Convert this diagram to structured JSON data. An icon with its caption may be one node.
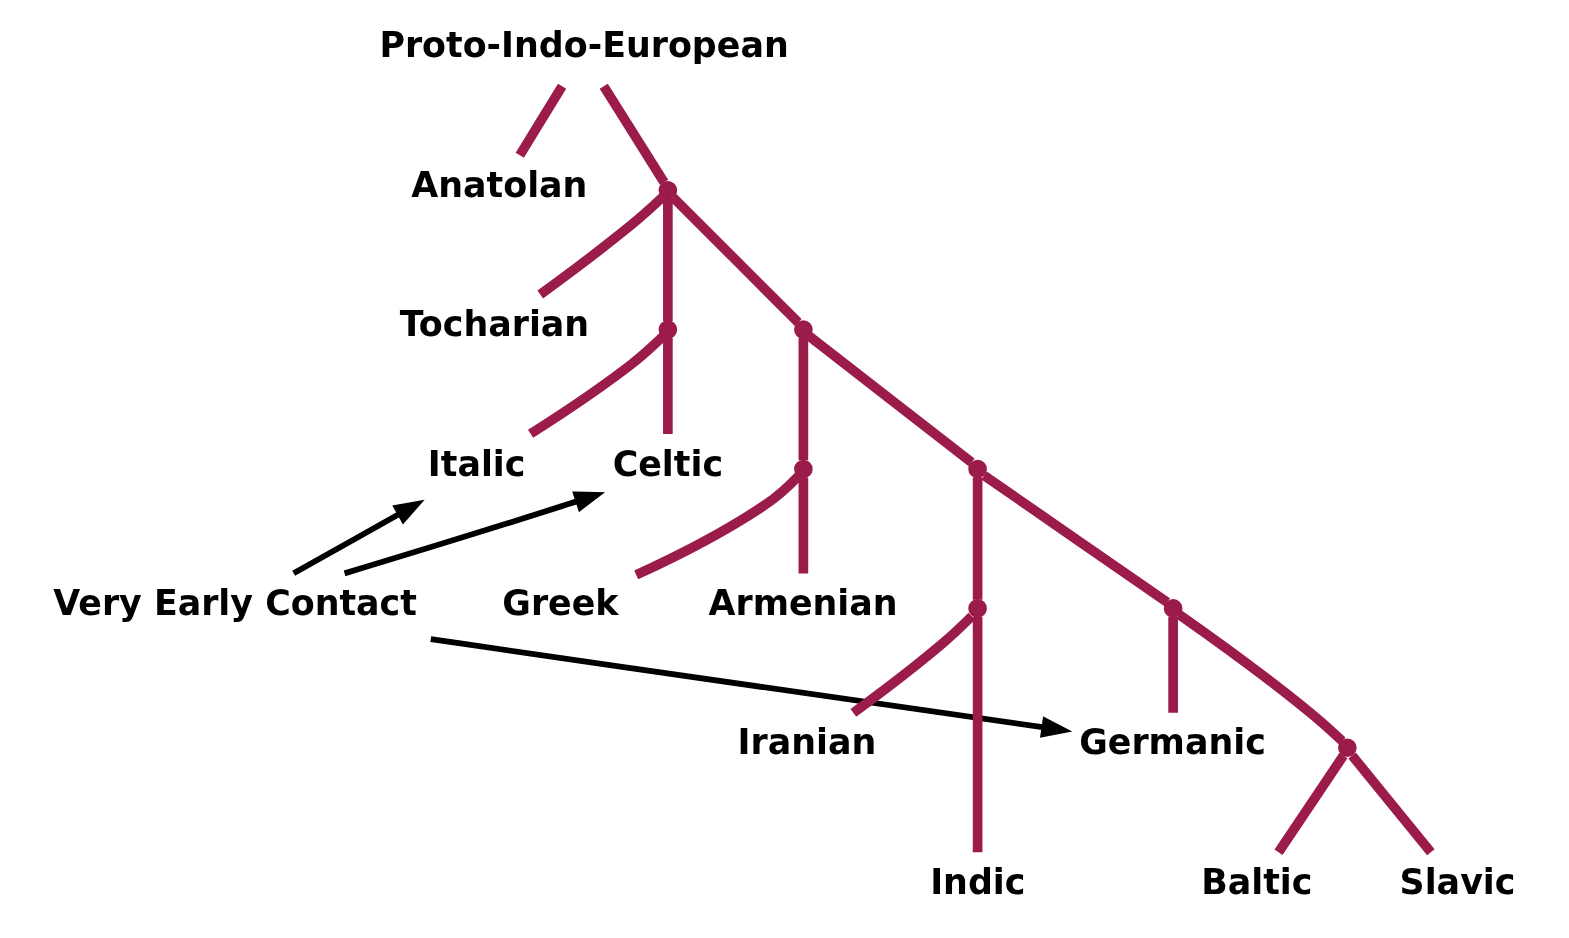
{
  "diagram": {
    "nodes": [
      {
        "text": [
          "Proto-Indo-European"
        ]
      },
      {
        "text": [
          "Anatolan"
        ]
      },
      {
        "text": [
          "Tocharian"
        ]
      },
      {
        "text": [
          "Italic"
        ]
      },
      {
        "text": [
          "Celtic"
        ]
      },
      {
        "text": [
          "Greek"
        ]
      },
      {
        "text": [
          "Armenian"
        ]
      },
      {
        "text": [
          "Very Early Contact"
        ]
      },
      {
        "text": [
          "Iranian"
        ]
      },
      {
        "text": [
          "Germanic"
        ]
      },
      {
        "text": [
          "Indic"
        ]
      },
      {
        "text": [
          "Baltic"
        ]
      },
      {
        "text": [
          "Slavic"
        ]
      },
      {
        "text": [],
        "shape": "point"
      },
      {
        "text": [],
        "shape": "point"
      },
      {
        "text": [],
        "shape": "point"
      },
      {
        "text": [],
        "shape": "point"
      },
      {
        "text": [],
        "shape": "point"
      },
      {
        "text": [],
        "shape": "point"
      },
      {
        "text": [],
        "shape": "point"
      },
      {
        "text": [],
        "shape": "point"
      }
    ],
    "edges": [
      {
        "from": 0,
        "to": 1,
        "arrow": "none"
      },
      {
        "from": 0,
        "to": 13,
        "arrow": "none"
      },
      {
        "from": 13,
        "to": 2,
        "arrow": "none"
      },
      {
        "from": 13,
        "to": 14,
        "arrow": "none"
      },
      {
        "from": 13,
        "to": 15,
        "arrow": "none"
      },
      {
        "from": 14,
        "to": 3,
        "arrow": "none"
      },
      {
        "from": 14,
        "to": 4,
        "arrow": "none"
      },
      {
        "from": 15,
        "to": 16,
        "arrow": "none"
      },
      {
        "from": 15,
        "to": 17,
        "arrow": "none"
      },
      {
        "from": 16,
        "to": 5,
        "arrow": "none"
      },
      {
        "from": 16,
        "to": 6,
        "arrow": "none"
      },
      {
        "from": 17,
        "to": 18,
        "arrow": "none"
      },
      {
        "from": 17,
        "to": 19,
        "arrow": "none"
      },
      {
        "from": 18,
        "to": 10,
        "arrow": "none"
      },
      {
        "from": 18,
        "to": 8,
        "arrow": "none"
      },
      {
        "from": 19,
        "to": 20,
        "arrow": "none"
      },
      {
        "from": 19,
        "to": 9,
        "arrow": "none"
      },
      {
        "from": 20,
        "to": 11,
        "arrow": "none"
      },
      {
        "from": 20,
        "to": 12,
        "arrow": "none"
      },
      {
        "from": 7,
        "to": 3,
        "arrow": "to",
        "color": "#000000"
      },
      {
        "from": 7,
        "to": 4,
        "arrow": "to",
        "color": "#000000"
      },
      {
        "from": 7,
        "to": 9,
        "arrow": "to",
        "color": "#000000"
      }
    ]
  }
}
